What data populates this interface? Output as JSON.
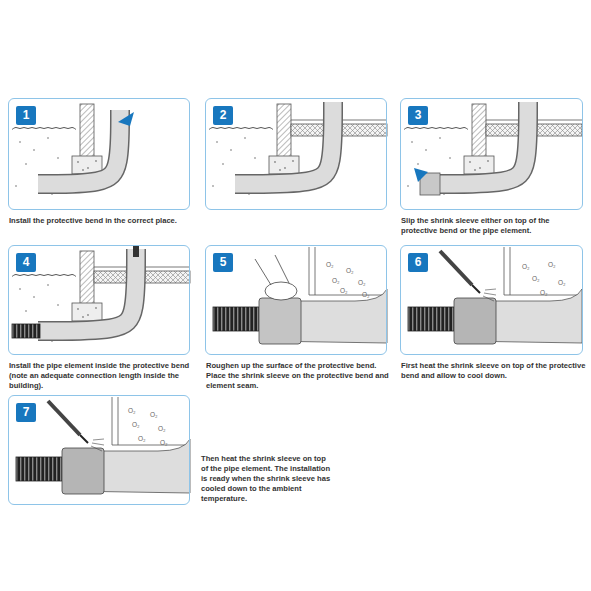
{
  "diagram": {
    "nodes": [
      {
        "text": [
          "1",
          "Install the protective bend in the correct place."
        ]
      },
      {
        "text": [
          "2"
        ]
      },
      {
        "text": [
          "3",
          "Slip the shrink sleeve either on top of the protective bend or the pipe element."
        ]
      },
      {
        "text": [
          "4",
          "Install the pipe element inside the protective bend (note an adequate connection length inside the building)."
        ]
      },
      {
        "text": [
          "5",
          "Roughen up the surface of the protective bend. Place the shrink sleeve on the protective bend and element seam."
        ]
      },
      {
        "text": [
          "6",
          "First heat the shrink sleeve on top of the protective bend and allow to cool down."
        ]
      },
      {
        "text": [
          "7",
          "Then heat the shrink sleeve on top of the pipe element. The installation is ready when the shrink sleeve has cooled down to the ambient temperature."
        ]
      }
    ],
    "labels": [
      "O₂",
      "O₂",
      "O₂",
      "O₂",
      "O₂",
      "O₂",
      "O₂",
      "O₂",
      "O₂",
      "O₂",
      "O₂",
      "O₂",
      "O₂",
      "O₂",
      "O₂",
      "O₂",
      "O₂"
    ]
  }
}
